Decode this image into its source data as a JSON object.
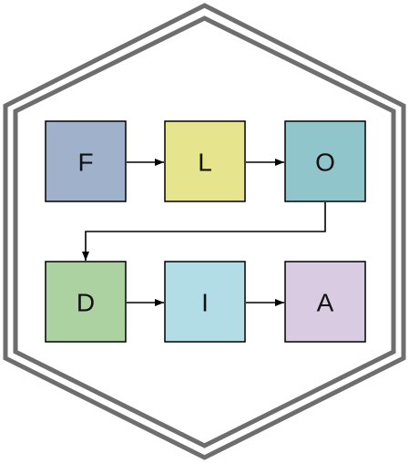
{
  "diagram": {
    "nodes": [
      {
        "id": "F",
        "label": "F",
        "color": "#a0b2cb"
      },
      {
        "id": "L",
        "label": "L",
        "color": "#e6e48c"
      },
      {
        "id": "O",
        "label": "O",
        "color": "#8fc5cb"
      },
      {
        "id": "D",
        "label": "D",
        "color": "#abd2a0"
      },
      {
        "id": "I",
        "label": "I",
        "color": "#b3dde6"
      },
      {
        "id": "A",
        "label": "A",
        "color": "#d9cce2"
      }
    ],
    "edges": [
      {
        "from": "F",
        "to": "L"
      },
      {
        "from": "L",
        "to": "O"
      },
      {
        "from": "O",
        "to": "D"
      },
      {
        "from": "D",
        "to": "I"
      },
      {
        "from": "I",
        "to": "A"
      }
    ],
    "frame_color": "#6e6e6e",
    "edge_color": "#000000",
    "node_border_color": "#000000"
  }
}
